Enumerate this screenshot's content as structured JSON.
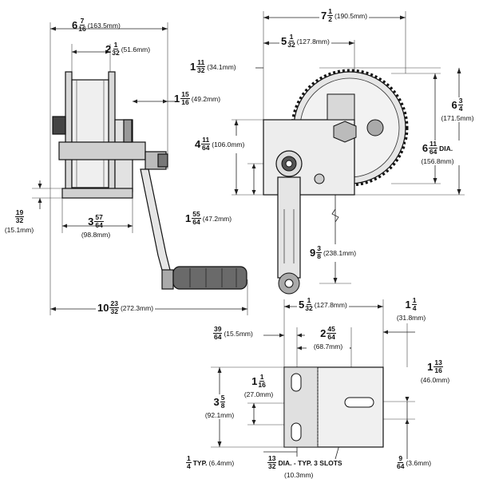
{
  "dims": {
    "overall_width": {
      "whole": "6",
      "num": "7",
      "den": "16",
      "mm": "(163.5mm)"
    },
    "drum_width": {
      "whole": "2",
      "num": "1",
      "den": "32",
      "mm": "(51.6mm)"
    },
    "shaft_offset": {
      "whole": "1",
      "num": "15",
      "den": "16",
      "mm": "(49.2mm)"
    },
    "base_width": {
      "whole": "3",
      "num": "57",
      "den": "64",
      "mm": "(98.8mm)"
    },
    "base_thickness": {
      "whole": "",
      "num": "19",
      "den": "32",
      "mm": "(15.1mm)"
    },
    "handle_reach": {
      "whole": "10",
      "num": "23",
      "den": "32",
      "mm": "(272.3mm)"
    },
    "top_overall": {
      "whole": "7",
      "num": "1",
      "den": "2",
      "mm": "(190.5mm)"
    },
    "top_plate": {
      "whole": "5",
      "num": "1",
      "den": "32",
      "mm": "(127.8mm)"
    },
    "top_offset": {
      "whole": "1",
      "num": "11",
      "den": "32",
      "mm": "(34.1mm)"
    },
    "overall_height": {
      "whole": "6",
      "num": "3",
      "den": "4",
      "mm": "(171.5mm)"
    },
    "plate_height": {
      "whole": "4",
      "num": "11",
      "den": "64",
      "mm": "(106.0mm)"
    },
    "gear_dia": {
      "whole": "6",
      "num": "11",
      "den": "64",
      "mm": "(156.8mm)",
      "note": "DIA."
    },
    "lower_offset": {
      "whole": "1",
      "num": "55",
      "den": "64",
      "mm": "(47.2mm)"
    },
    "handle_length": {
      "whole": "9",
      "num": "3",
      "den": "8",
      "mm": "(238.1mm)"
    },
    "base_length": {
      "whole": "5",
      "num": "1",
      "den": "32",
      "mm": "(127.8mm)"
    },
    "flange": {
      "whole": "1",
      "num": "1",
      "den": "4",
      "mm": "(31.8mm)"
    },
    "edge_offset": {
      "whole": "",
      "num": "39",
      "den": "64",
      "mm": "(15.5mm)"
    },
    "slot_spacing": {
      "whole": "2",
      "num": "45",
      "den": "64",
      "mm": "(68.7mm)"
    },
    "base_height": {
      "whole": "3",
      "num": "5",
      "den": "8",
      "mm": "(92.1mm)"
    },
    "slot_center": {
      "whole": "1",
      "num": "1",
      "den": "16",
      "mm": "(27.0mm)"
    },
    "right_height": {
      "whole": "1",
      "num": "13",
      "den": "16",
      "mm": "(46.0mm)"
    },
    "typ_thk": {
      "whole": "",
      "num": "1",
      "den": "4",
      "note": "TYP.",
      "mm": "(6.4mm)"
    },
    "slot_dia": {
      "whole": "",
      "num": "13",
      "den": "32",
      "note": "DIA. - TYP. 3 SLOTS",
      "mm": "(10.3mm)"
    },
    "base_edge": {
      "whole": "",
      "num": "9",
      "den": "64",
      "mm": "(3.6mm)"
    }
  }
}
